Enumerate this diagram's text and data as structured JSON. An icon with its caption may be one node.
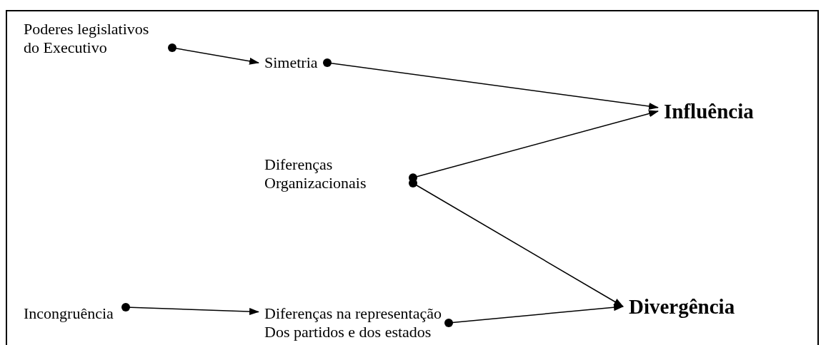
{
  "diagram": {
    "nodes": [
      {
        "text": [
          "Poderes legislativos do Executivo"
        ]
      },
      {
        "text": [
          "Simetria"
        ]
      },
      {
        "text": [
          "Influência"
        ]
      },
      {
        "text": [
          "Diferenças Organizacionais"
        ]
      },
      {
        "text": [
          "Divergência"
        ]
      },
      {
        "text": [
          "Incongruência"
        ]
      },
      {
        "text": [
          "Diferenças na representação Dos partidos e dos estados"
        ]
      }
    ],
    "edges": [
      {
        "from": 0,
        "to": 1,
        "arrow": "to"
      },
      {
        "from": 1,
        "to": 2,
        "arrow": "to"
      },
      {
        "from": 3,
        "to": 2,
        "arrow": "to"
      },
      {
        "from": 3,
        "to": 4,
        "arrow": "to"
      },
      {
        "from": 5,
        "to": 6,
        "arrow": "to"
      },
      {
        "from": 6,
        "to": 4,
        "arrow": "to"
      }
    ]
  }
}
